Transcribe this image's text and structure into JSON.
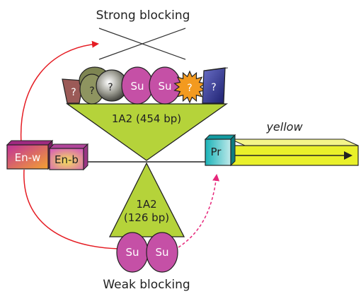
{
  "title_top": "Strong blocking",
  "title_bottom": "Weak blocking",
  "gene_label": "yellow",
  "promoter_label": "Pr",
  "enhancers": [
    {
      "label": "En-w"
    },
    {
      "label": "En-b"
    }
  ],
  "big_insulator": {
    "label": "1A2 (454 bp)",
    "proteins": [
      "?",
      "?",
      "?",
      "Su",
      "Su",
      "?",
      "?"
    ]
  },
  "small_insulator": {
    "label_line1": "1A2",
    "label_line2": "(126 bp)",
    "proteins": [
      "Su",
      "Su"
    ]
  },
  "colors": {
    "triangle_fill": "#b5d33a",
    "su_fill": "#c550a6",
    "enhancer_w": "#c0319a",
    "enhancer_b": "#d660b8",
    "promoter": "#1ab3b8",
    "gene_fill": "#e9f02a",
    "red_arrow": "#e51c23",
    "pink_dash": "#e6267a"
  }
}
